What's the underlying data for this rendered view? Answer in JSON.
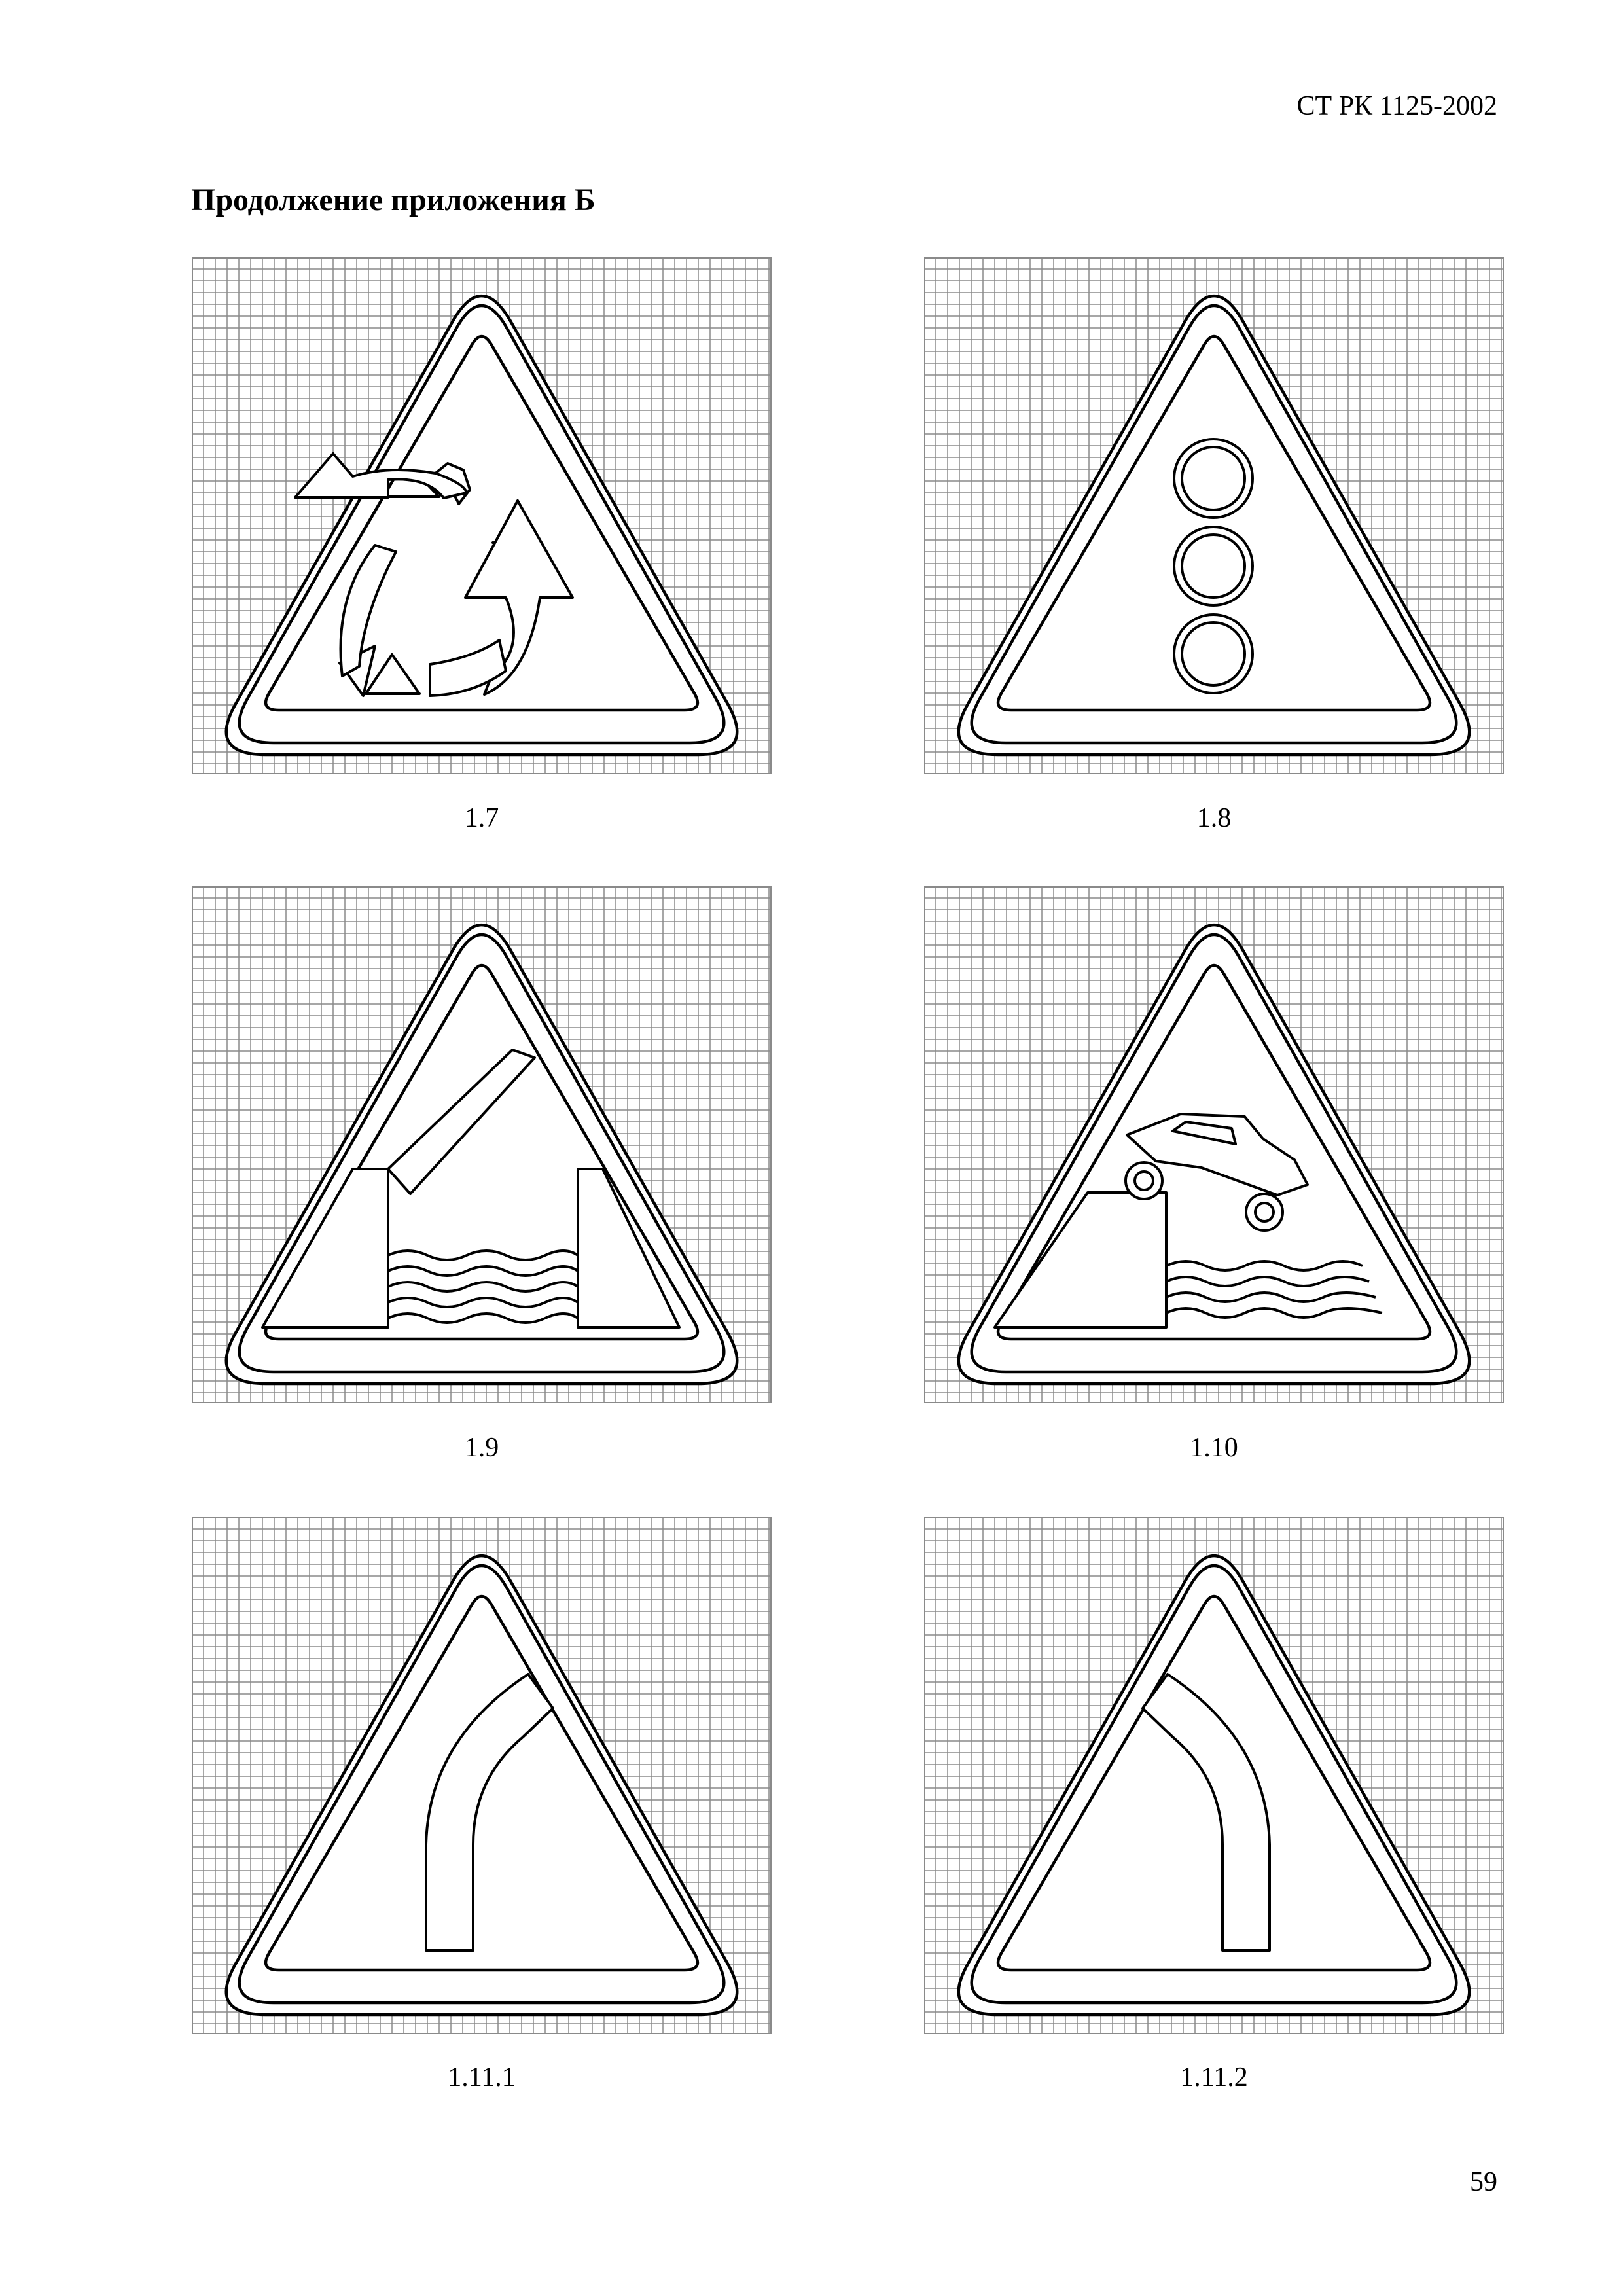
{
  "header": {
    "doc_code": "СТ РК 1125-2002",
    "section_title": "Продолжение приложения Б"
  },
  "signs": [
    {
      "number": "1.7",
      "symbol": "roundabout"
    },
    {
      "number": "1.8",
      "symbol": "traffic-light"
    },
    {
      "number": "1.9",
      "symbol": "drawbridge"
    },
    {
      "number": "1.10",
      "symbol": "embankment"
    },
    {
      "number": "1.11.1",
      "symbol": "dangerous-bend-right"
    },
    {
      "number": "1.11.2",
      "symbol": "dangerous-bend-left"
    }
  ],
  "footer": {
    "page_number": "59"
  },
  "colors": {
    "grid_line": "#8a8a8a",
    "outline": "#000000",
    "background": "#ffffff"
  }
}
